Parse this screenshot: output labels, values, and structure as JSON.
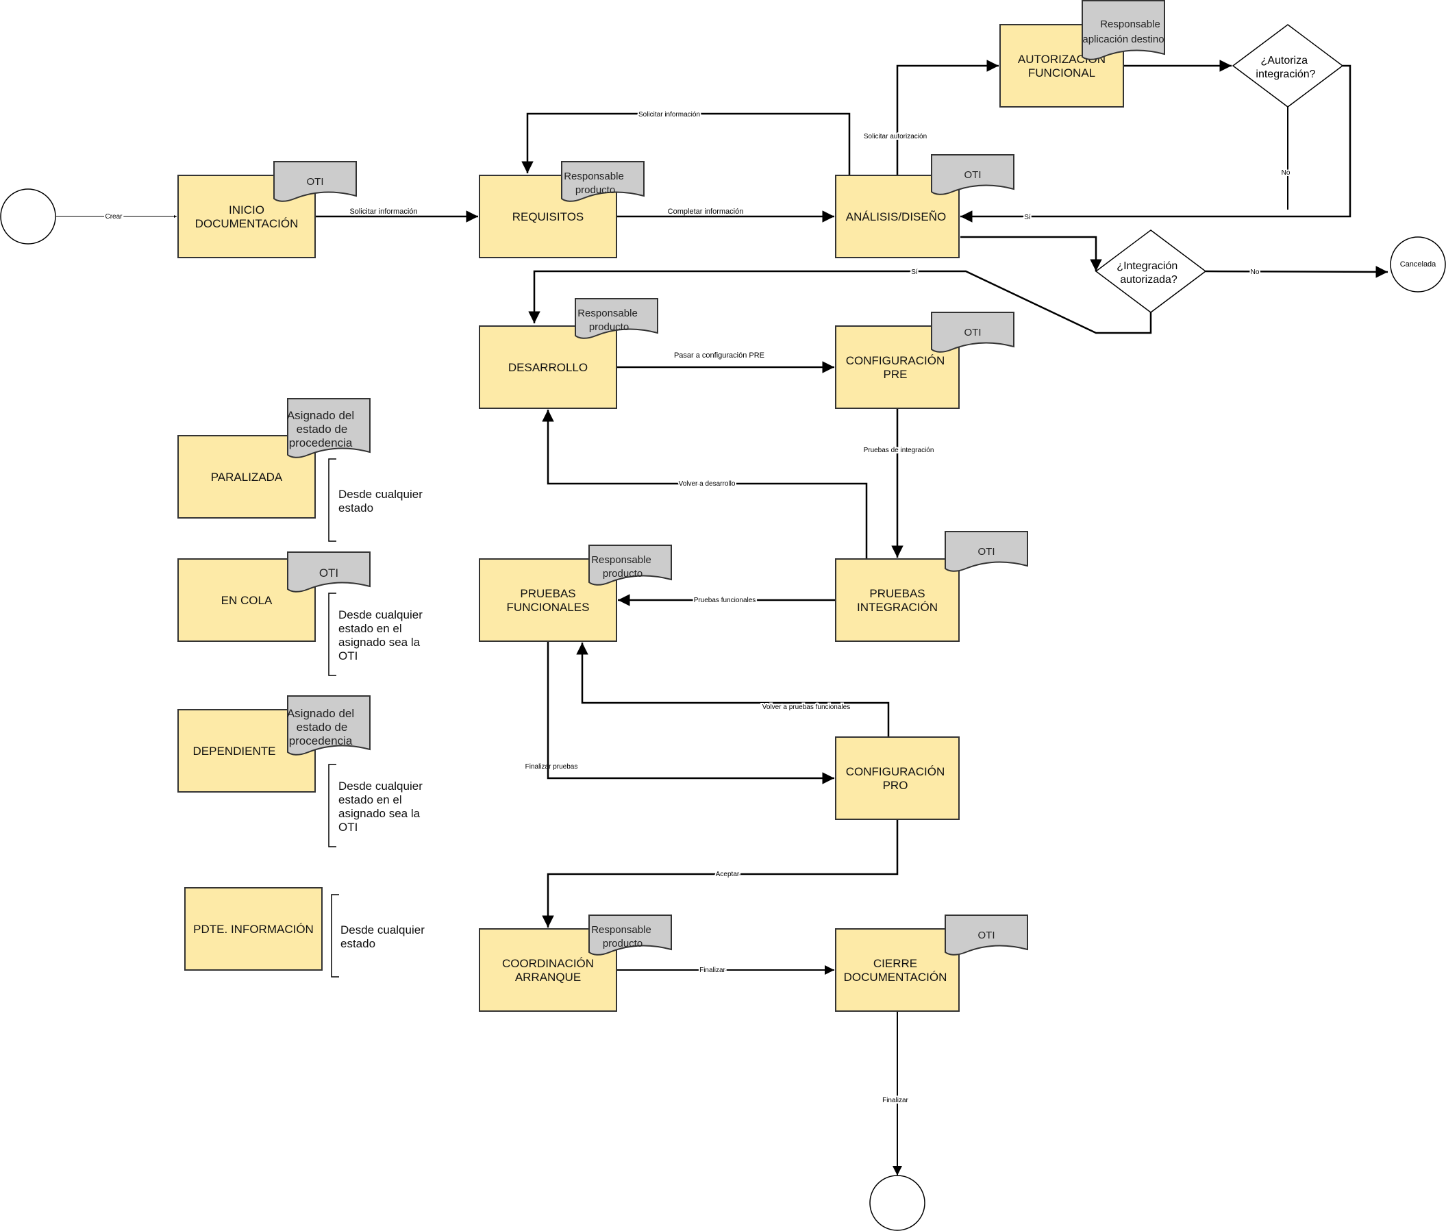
{
  "colors": {
    "process_fill": "#fdeaa7",
    "role_fill": "#cccccc",
    "stroke": "#000000",
    "line": "#000000"
  },
  "start_label": "",
  "end_label": "",
  "cancel_label": "Cancelada",
  "states": {
    "inicio": [
      "INICIO",
      "DOCUMENTACIÓN"
    ],
    "requisitos": [
      "REQUISITOS"
    ],
    "analisis": [
      "ANÁLISIS/DISEÑO"
    ],
    "autorizacion": [
      "AUTORIZACIÓN",
      "FUNCIONAL"
    ],
    "desarrollo": [
      "DESARROLLO"
    ],
    "config_pre": [
      "CONFIGURACIÓN",
      "PRE"
    ],
    "pruebas_func": [
      "PRUEBAS",
      "FUNCIONALES"
    ],
    "pruebas_int": [
      "PRUEBAS",
      "INTEGRACIÓN"
    ],
    "config_pro": [
      "CONFIGURACIÓN",
      "PRO"
    ],
    "coordinacion": [
      "COORDINACIÓN",
      "ARRANQUE"
    ],
    "cierre": [
      "CIERRE",
      "DOCUMENTACIÓN"
    ],
    "paralizada": [
      "PARALIZADA"
    ],
    "en_cola": [
      "EN COLA"
    ],
    "dependiente": [
      "DEPENDIENTE"
    ],
    "pdte": [
      "PDTE. INFORMACIÓN"
    ]
  },
  "decisions": {
    "autoriza": [
      "¿Autoriza",
      "integración?"
    ],
    "integracion": [
      "¿Integración",
      "autorizada?"
    ]
  },
  "roles": {
    "inicio": [
      "OTI"
    ],
    "requisitos": [
      "Responsable",
      "producto"
    ],
    "analisis": [
      "OTI"
    ],
    "autorizacion": [
      "Responsable",
      "aplicación destino"
    ],
    "desarrollo": [
      "Responsable",
      "producto"
    ],
    "config_pre": [
      "OTI"
    ],
    "pruebas_func": [
      "Responsable",
      "producto"
    ],
    "pruebas_int": [
      "OTI"
    ],
    "coordinacion": [
      "Responsable",
      "producto"
    ],
    "cierre": [
      "OTI"
    ],
    "paralizada": [
      "Asignado del",
      "estado de",
      "procedencia"
    ],
    "en_cola": [
      "OTI"
    ],
    "dependiente": [
      "Asignado del",
      "estado de",
      "procedencia"
    ]
  },
  "notes": {
    "paralizada": [
      "Desde cualquier",
      "estado"
    ],
    "en_cola": [
      "Desde cualquier",
      "estado en el",
      "asignado sea la",
      "OTI"
    ],
    "dependiente": [
      "Desde cualquier",
      "estado en el",
      "asignado sea la",
      "OTI"
    ],
    "pdte": [
      "Desde cualquier",
      "estado"
    ]
  },
  "edge_labels": {
    "crear": "Crear",
    "solicitar_info_1": "Solicitar información",
    "completar_info": "Completar información",
    "solicitar_info_2": "Solicitar información",
    "solicitar_autorizacion": "Solicitar autorización",
    "no_autoriza": "No",
    "si_autoriza": "Sí",
    "si_integracion": "Sí",
    "no_integracion": "No",
    "pasar_config_pre": "Pasar a configuración PRE",
    "pruebas_integracion": "Pruebas de integración",
    "volver_desarrollo": "Volver a desarrollo",
    "pruebas_funcionales": "Pruebas funcionales",
    "volver_pruebas_func": "Volver a pruebas funcionales",
    "finalizar_pruebas": "Finalizar pruebas",
    "aceptar": "Aceptar",
    "finalizar_1": "Finalizar",
    "finalizar_2": "Finalizar"
  }
}
